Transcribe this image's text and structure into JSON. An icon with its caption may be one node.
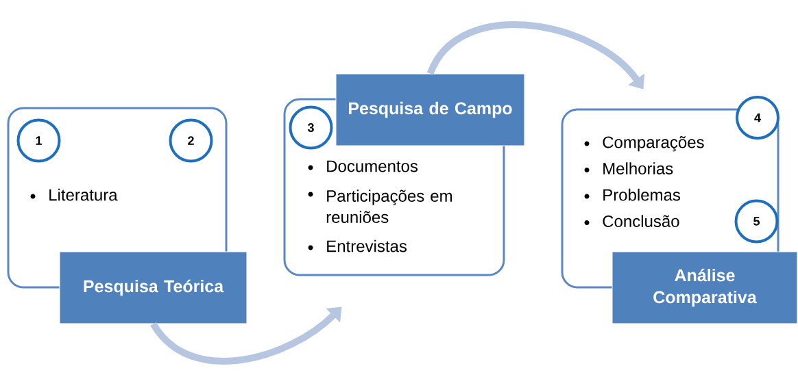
{
  "diagram": {
    "nodes": [
      {
        "text": [
          "Literatura"
        ]
      },
      {
        "text": [
          "Pesquisa Teórica"
        ]
      },
      {
        "text": [
          "1"
        ],
        "in": 0
      },
      {
        "text": [
          "2"
        ],
        "in": 0
      },
      {
        "text": [
          "Documentos",
          "Participações em reuniões",
          "Entrevistas"
        ]
      },
      {
        "text": [
          "Pesquisa de Campo"
        ]
      },
      {
        "text": [
          "3"
        ],
        "in": 4
      },
      {
        "text": [
          "Comparações",
          "Melhorias",
          "Problemas",
          "Conclusão"
        ]
      },
      {
        "text": [
          "4"
        ]
      },
      {
        "text": [
          "5"
        ],
        "in": 7
      },
      {
        "text": [
          "Análise Comparativa"
        ]
      }
    ],
    "edges": [
      {
        "from": 1,
        "to": 4,
        "arrow": "to"
      },
      {
        "from": 5,
        "to": 7,
        "arrow": "to"
      }
    ]
  }
}
